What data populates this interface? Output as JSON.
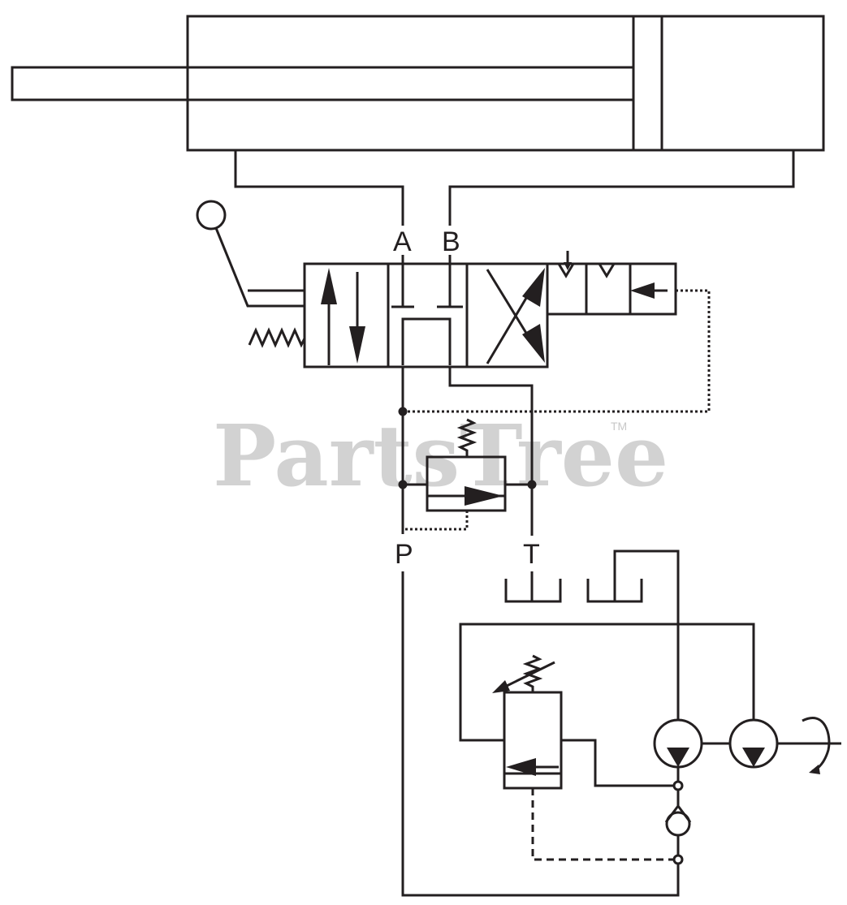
{
  "diagram": {
    "port_labels": {
      "a": "A",
      "b": "B",
      "p": "P",
      "t": "T"
    },
    "watermark": {
      "text": "PartsTree",
      "trademark": "TM"
    }
  },
  "colors": {
    "line": "#231f20",
    "watermark": "#d2d2d2",
    "background": "#ffffff"
  }
}
